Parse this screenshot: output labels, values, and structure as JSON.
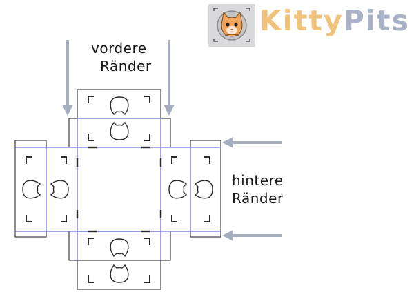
{
  "brand": {
    "word1": "Kitty",
    "word2": "Pits",
    "logo_icon": "cat-face-logo",
    "colors": {
      "word1": "#f0c27a",
      "word2": "#aab2c8"
    }
  },
  "labels": {
    "front_edges": [
      "vordere",
      "Ränder"
    ],
    "back_edges": [
      "hintere",
      "Ränder"
    ]
  },
  "diagram": {
    "kind": "box-net-cut-template",
    "panels": [
      "center-floor",
      "top-flap-outer",
      "top-flap-inner",
      "bottom-flap-inner",
      "bottom-flap-outer",
      "left-flap-outer",
      "left-flap-inner",
      "right-flap-inner",
      "right-flap-outer"
    ],
    "arrow_color": "#a6adbe",
    "fold_line_color": "#6f6fd6",
    "outline_color": "#1a1a1a"
  }
}
